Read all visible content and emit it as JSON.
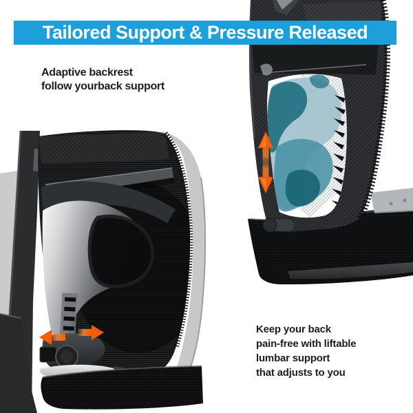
{
  "banner": {
    "title": "Tailored Support & Pressure Released",
    "bg_color": "#1ba0dc",
    "text_color": "#ffffff"
  },
  "callouts": {
    "adaptive_backrest": {
      "lines": [
        "Adaptive backrest",
        "follow yourback support"
      ]
    },
    "lumbar_support": {
      "lines": [
        "Keep your back",
        "pain-free with liftable",
        "lumbar support",
        "that adjusts to you"
      ]
    }
  },
  "figures": {
    "left_chair": {
      "description_icon": "chair-lumbar-closeup",
      "arrow_color": "#f85a06"
    },
    "right_chair": {
      "description_icon": "chair-backrest-lumbar-highlight",
      "arrow_color": "#f85a06",
      "lumbar_highlight_color": "#3f8ea1"
    }
  }
}
